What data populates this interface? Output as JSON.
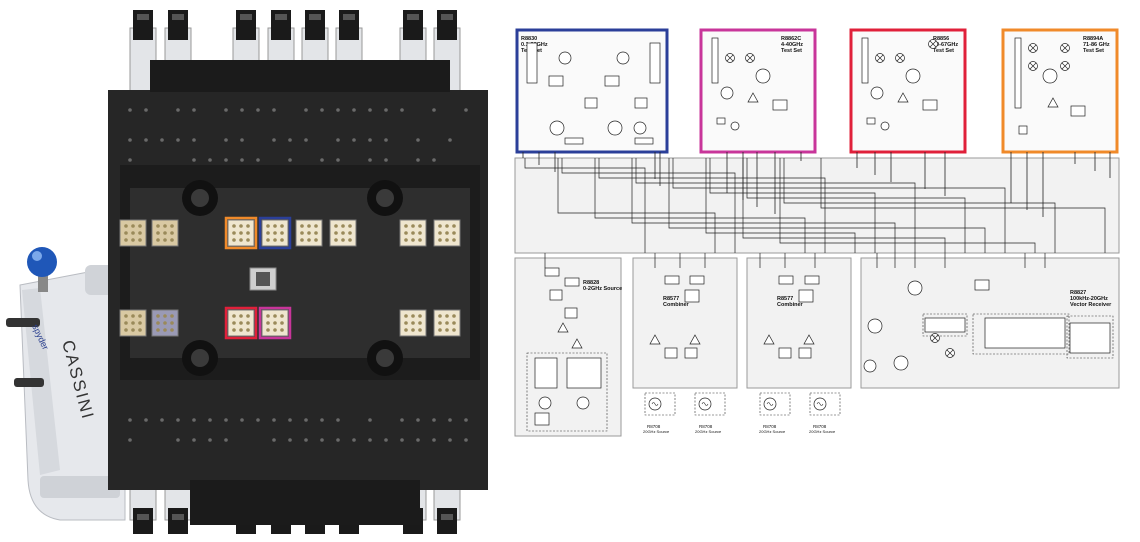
{
  "hardware": {
    "brand_text": "spyder",
    "product_text": "CASSINI"
  },
  "colors": {
    "blue": "#2b3f99",
    "magenta": "#c8359a",
    "red": "#e0203a",
    "orange": "#f08a2a",
    "chassis": "#222222",
    "panel": "#f2f2f2"
  },
  "schematic": {
    "test_sets": [
      {
        "id": "ts1",
        "title": "R8830",
        "subtitle": "0.1-26GHz",
        "desc": "Test Set",
        "color": "blue"
      },
      {
        "id": "ts2",
        "title": "R8862C",
        "subtitle": "4-40GHz",
        "desc": "Test Set",
        "color": "magenta"
      },
      {
        "id": "ts3",
        "title": "R8856",
        "subtitle": "50-67GHz",
        "desc": "Test Set",
        "color": "red"
      },
      {
        "id": "ts4",
        "title": "R8894A",
        "subtitle": "71-86 GHz",
        "desc": "Test Set",
        "color": "orange"
      }
    ],
    "lower_modules": [
      {
        "id": "src",
        "title": "R8828",
        "subtitle": "0-2GHz Source"
      },
      {
        "id": "comb1",
        "title": "R8577",
        "subtitle": "Combiner"
      },
      {
        "id": "comb2",
        "title": "R8577",
        "subtitle": "Combiner"
      },
      {
        "id": "rcv",
        "title": "R8827",
        "subtitle": "100kHz-20GHz",
        "desc": "Vector Receiver"
      }
    ],
    "sources": [
      {
        "label": "R8708",
        "sub": "20GHz Source"
      },
      {
        "label": "R8708",
        "sub": "20GHz Source"
      },
      {
        "label": "R8708",
        "sub": "20GHz Source"
      },
      {
        "label": "R8708",
        "sub": "20GHz Source"
      }
    ]
  }
}
